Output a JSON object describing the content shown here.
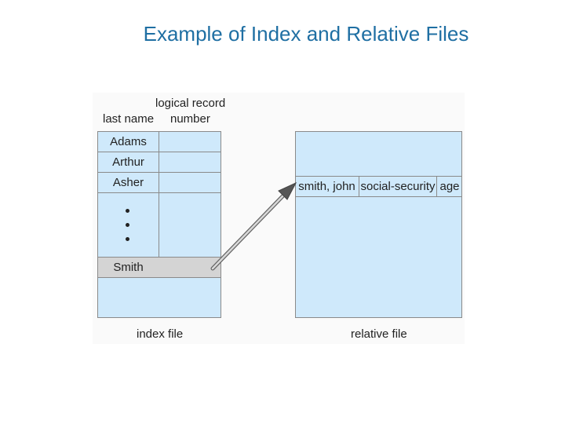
{
  "title": "Example of Index and Relative Files",
  "index_file": {
    "header_name": "last name",
    "header_record_line1": "logical record",
    "header_record_line2": "number",
    "rows": [
      "Adams",
      "Arthur",
      "Asher"
    ],
    "highlight_row": "Smith",
    "caption": "index file"
  },
  "relative_file": {
    "record_fields": [
      "smith, john",
      "social-security",
      "age"
    ],
    "caption": "relative file"
  },
  "colors": {
    "title": "#1f6fa3",
    "box_fill": "#cfe9fb",
    "highlight_fill": "#d4d4d4",
    "border": "#8a8a8a",
    "arrow": "#777777"
  }
}
